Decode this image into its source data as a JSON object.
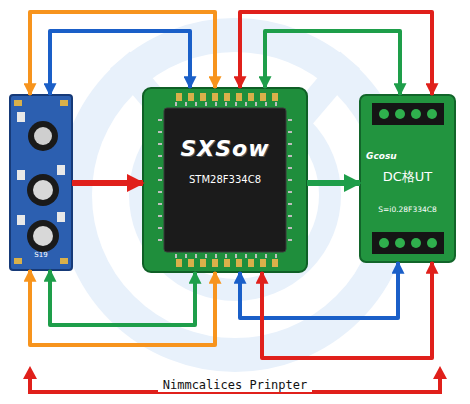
{
  "diagram": {
    "nodes": [
      {
        "text": [
          "S19"
        ]
      },
      {
        "text": [
          "SXSow",
          "STM28F334C8"
        ]
      },
      {
        "text": [
          "Gcosu",
          "DC格UT",
          "S=i0.28F334C8"
        ]
      }
    ],
    "edges": [
      {
        "from": 0,
        "to": 1,
        "arrow": "to"
      },
      {
        "from": 1,
        "to": 2,
        "arrow": "to"
      },
      {
        "from": 0,
        "to": 1,
        "arrow": "both"
      },
      {
        "from": 0,
        "to": 1,
        "arrow": "both"
      },
      {
        "from": 1,
        "to": 2,
        "arrow": "both"
      },
      {
        "from": 1,
        "to": 2,
        "arrow": "both"
      },
      {
        "from": 0,
        "to": 1,
        "arrow": "both"
      },
      {
        "from": 0,
        "to": 1,
        "arrow": "both"
      },
      {
        "from": 1,
        "to": 2,
        "arrow": "both"
      },
      {
        "from": 1,
        "to": 2,
        "arrow": "both"
      }
    ],
    "labels": [
      "Nimmcalices Prinpter"
    ]
  }
}
